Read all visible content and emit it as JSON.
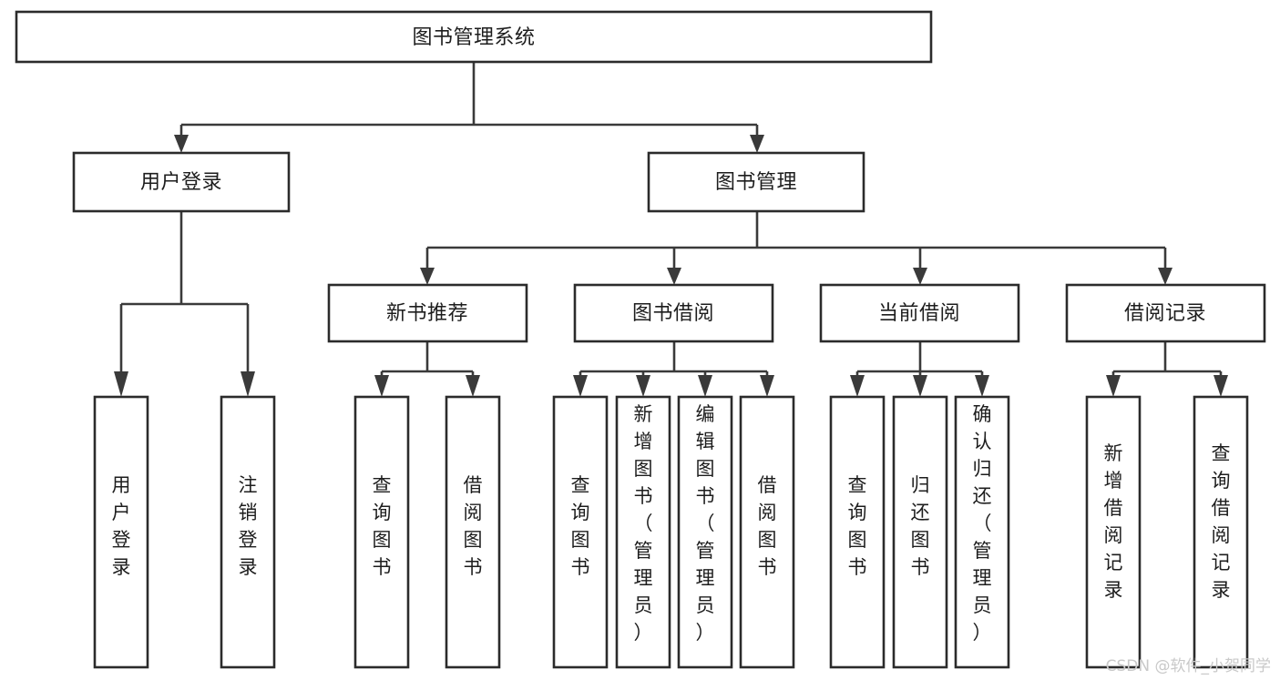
{
  "diagram": {
    "title": "图书管理系统",
    "type": "tree-hierarchy-chart",
    "orientation": "top-down",
    "colors": {
      "box_border": "#2b2b2b",
      "box_fill": "#ffffff",
      "connector": "#3a3a3a",
      "text": "#1d1d1d",
      "background": "#ffffff",
      "watermark": "#c9c9c9"
    },
    "levels": {
      "root": {
        "label": "图书管理系统"
      },
      "level2": [
        {
          "id": "user-login",
          "label": "用户登录"
        },
        {
          "id": "book-management",
          "label": "图书管理"
        }
      ],
      "level3": [
        {
          "id": "new-book-recommend",
          "label": "新书推荐",
          "parent": "book-management"
        },
        {
          "id": "book-borrow",
          "label": "图书借阅",
          "parent": "book-management"
        },
        {
          "id": "current-borrow",
          "label": "当前借阅",
          "parent": "book-management"
        },
        {
          "id": "borrow-record",
          "label": "借阅记录",
          "parent": "book-management"
        }
      ],
      "leaves": {
        "user-login": [
          {
            "id": "leaf-user-login",
            "label": "用户登录"
          },
          {
            "id": "leaf-user-logout",
            "label": "注销登录"
          }
        ],
        "new-book-recommend": [
          {
            "id": "leaf-query-book-1",
            "label": "查询图书"
          },
          {
            "id": "leaf-borrow-book-1",
            "label": "借阅图书"
          }
        ],
        "book-borrow": [
          {
            "id": "leaf-query-book-2",
            "label": "查询图书"
          },
          {
            "id": "leaf-add-book",
            "label": "新增图书（管理员）"
          },
          {
            "id": "leaf-edit-book",
            "label": "编辑图书（管理员）"
          },
          {
            "id": "leaf-borrow-book-2",
            "label": "借阅图书"
          }
        ],
        "current-borrow": [
          {
            "id": "leaf-query-book-3",
            "label": "查询图书"
          },
          {
            "id": "leaf-return-book",
            "label": "归还图书"
          },
          {
            "id": "leaf-confirm-return",
            "label": "确认归还（管理员）"
          }
        ],
        "borrow-record": [
          {
            "id": "leaf-add-record",
            "label": "新增借阅记录"
          },
          {
            "id": "leaf-query-record",
            "label": "查询借阅记录"
          }
        ]
      }
    }
  },
  "watermark": {
    "text": "CSDN @软件_小贺同学"
  }
}
